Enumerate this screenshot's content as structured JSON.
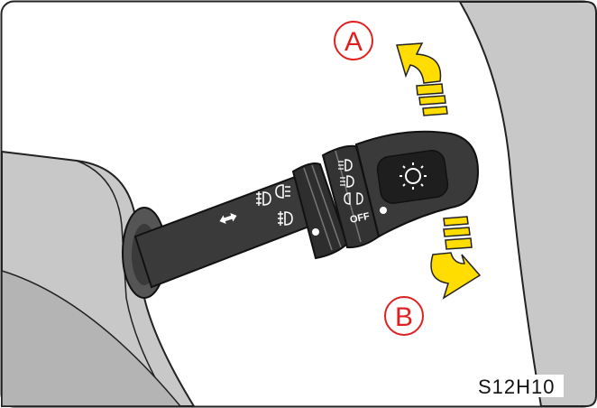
{
  "figure": {
    "label_a": "A",
    "label_b": "B",
    "code": "S12H10",
    "outer_ring": {
      "off": "OFF"
    },
    "inner_ring": {
      "off": "OFF"
    }
  },
  "colors": {
    "arrow": "#ffdd00",
    "label": "#e02020",
    "lever": "#3a3a3a",
    "panel": "#c8c8c8"
  },
  "icons": [
    "turn-signal-arrows-icon",
    "rear-fog-lamp-icon",
    "front-fog-lamp-icon",
    "high-beam-icon",
    "low-beam-icon",
    "parking-lamp-icon",
    "headlamp-sun-icon"
  ]
}
